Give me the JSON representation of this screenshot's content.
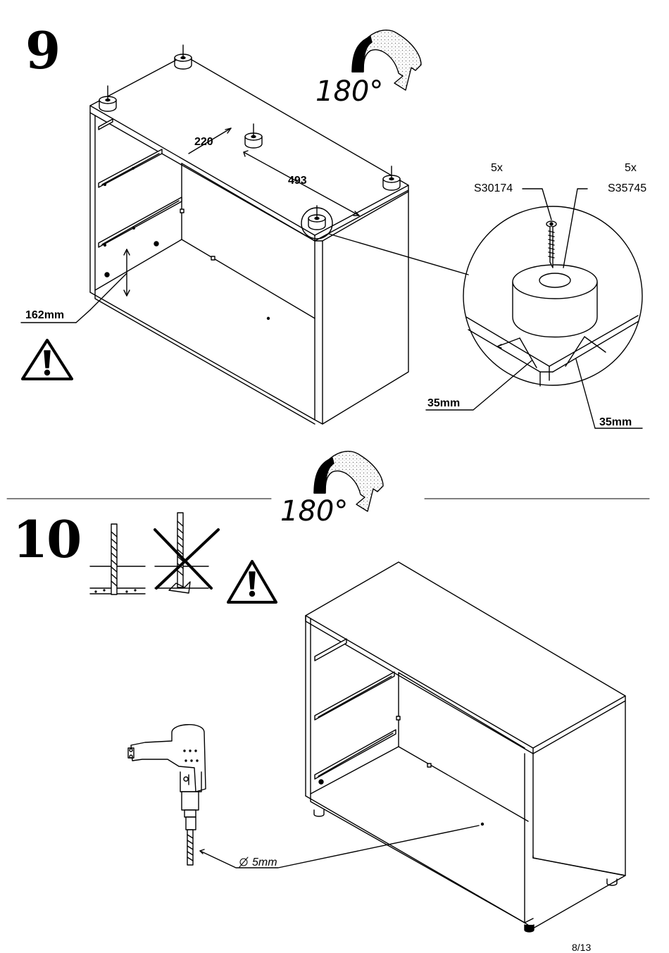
{
  "page_number": "8/13",
  "step9": {
    "number": "9",
    "rotation": "180°",
    "dim_220": "220",
    "dim_493": "493",
    "dim_162": "162mm",
    "qty_screw": "5x",
    "part_screw": "S30174",
    "qty_foot": "5x",
    "part_foot": "S35745",
    "dim_35_left": "35mm",
    "dim_35_right": "35mm"
  },
  "step10": {
    "number": "10",
    "rotation": "180°",
    "drill_label": "5mm"
  },
  "icons": [
    "warning-icon",
    "rotate-arrow-icon",
    "drill-bit-icon",
    "power-drill-icon"
  ]
}
